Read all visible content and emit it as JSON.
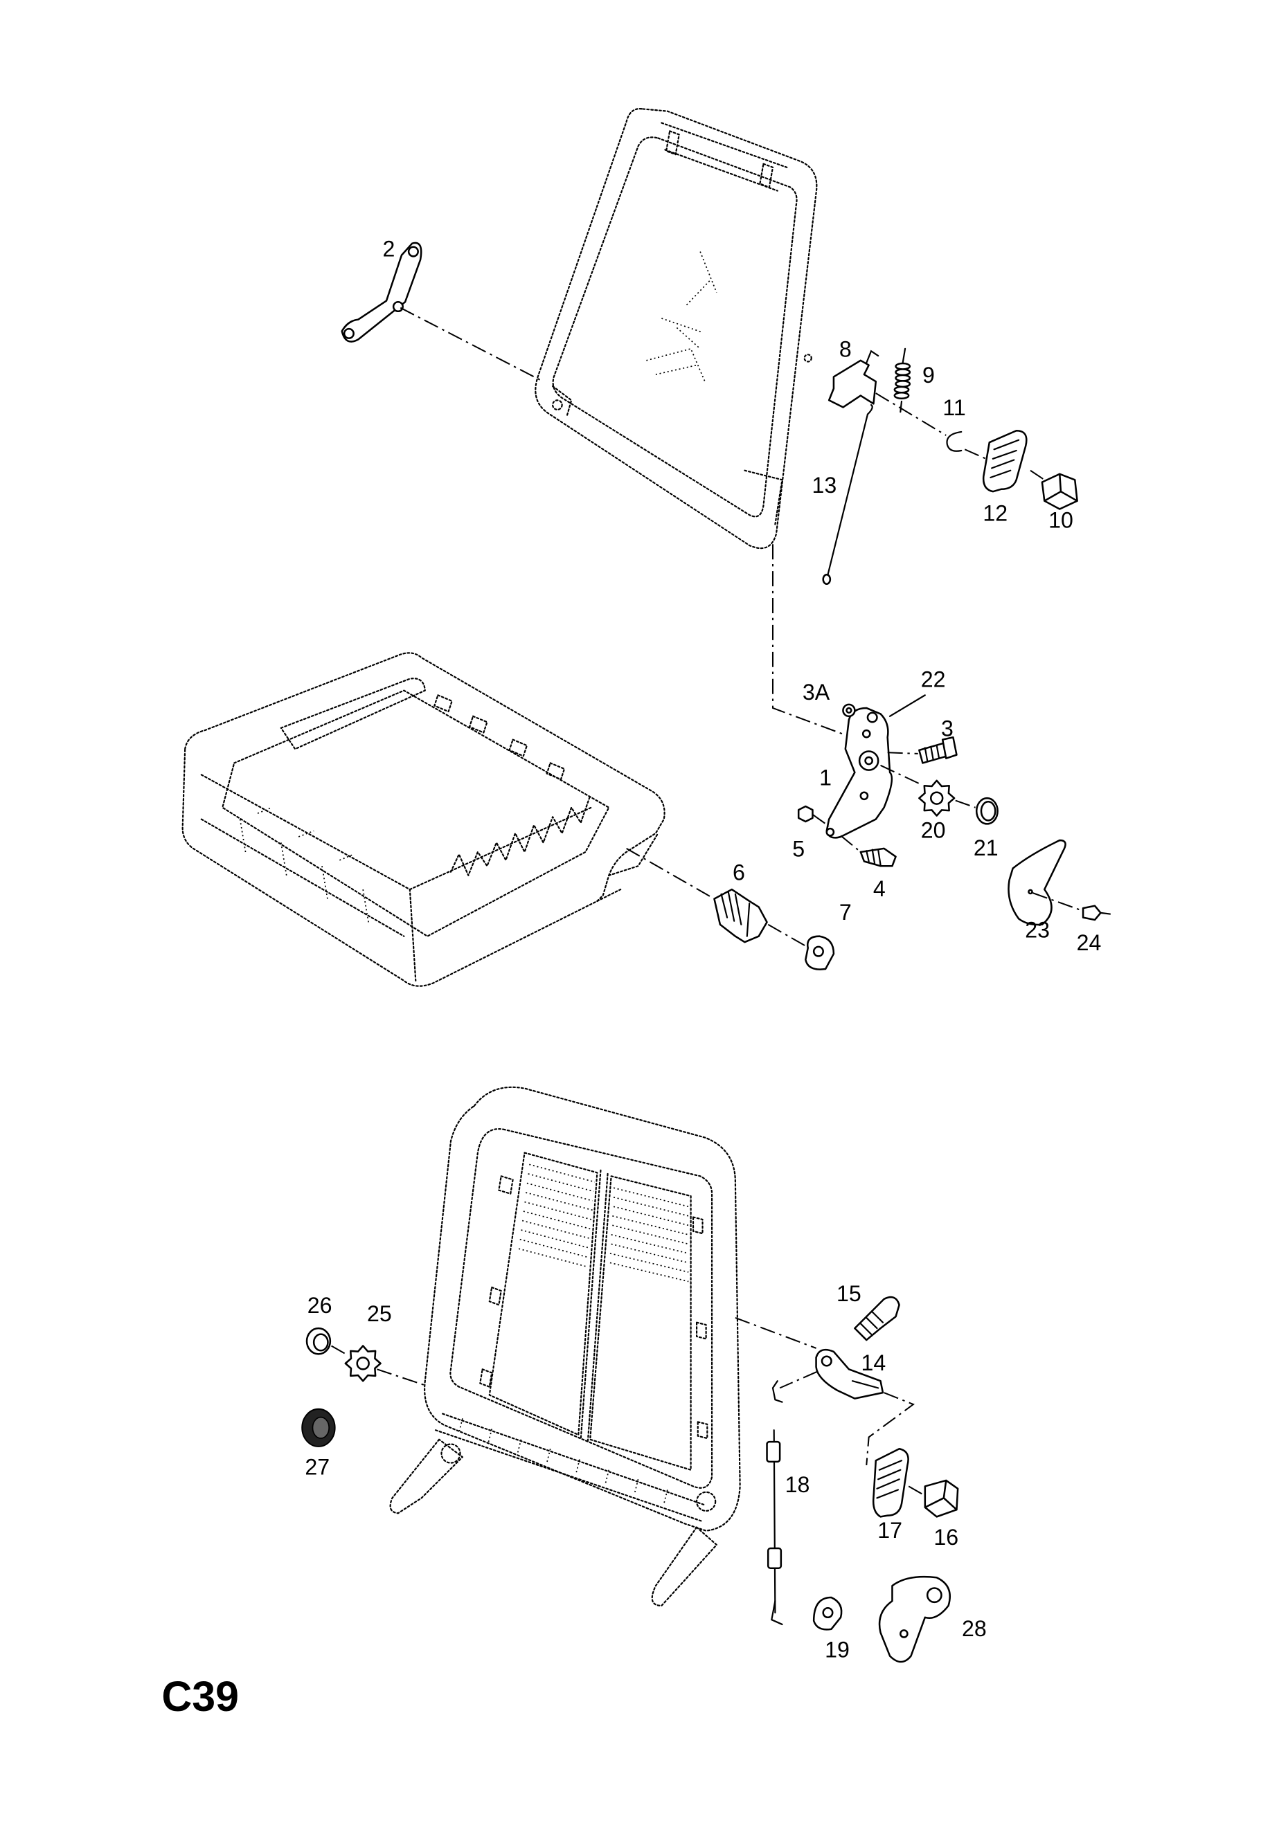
{
  "diagram": {
    "page_code": "C39",
    "callouts": [
      "2",
      "8",
      "9",
      "11",
      "13",
      "12",
      "10",
      "22",
      "3A",
      "3",
      "1",
      "20",
      "21",
      "5",
      "6",
      "4",
      "7",
      "23",
      "24",
      "15",
      "26",
      "25",
      "14",
      "18",
      "27",
      "17",
      "16",
      "28",
      "19"
    ]
  },
  "colors": {
    "line": "#000000",
    "background": "#ffffff"
  }
}
